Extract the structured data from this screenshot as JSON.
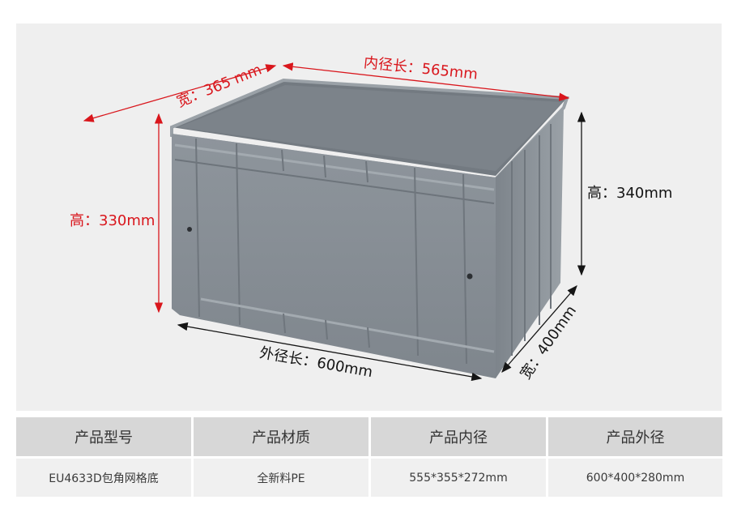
{
  "product_image": {
    "description": "grey plastic EU turnover crate with dimension annotations",
    "colors": {
      "background": "#efefef",
      "crate": "#8b9299",
      "crate_shadow": "#6f767d",
      "annotation_red": "#d9161c",
      "annotation_black": "#151515"
    },
    "annotations": {
      "width_top": "宽：365 mm",
      "inner_length": "内径长：565mm",
      "height_left": "高：330mm",
      "height_right": "高：340mm",
      "outer_length": "外径长：600mm",
      "width_bottom": "宽：400mm"
    }
  },
  "spec_table": {
    "headers": [
      "产品型号",
      "产品材质",
      "产品内径",
      "产品外径"
    ],
    "rows": [
      [
        "EU4633D包角网格底",
        "全新料PE",
        "555*355*272mm",
        "600*400*280mm"
      ]
    ]
  }
}
